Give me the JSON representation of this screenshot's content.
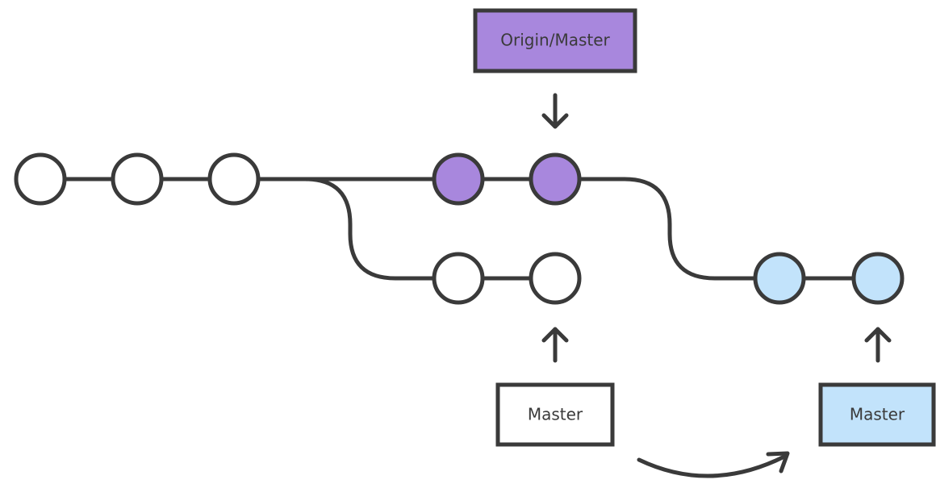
{
  "labels": {
    "origin_master": "Origin/Master",
    "local_master": "Master",
    "new_master": "Master"
  },
  "colors": {
    "stroke": "#3a3a3a",
    "empty_commit": "#ffffff",
    "origin_commit": "#a887dd",
    "rebased_commit": "#c2e3fb",
    "origin_box": "#a887dd",
    "local_box": "#ffffff",
    "new_box": "#c2e3fb"
  }
}
